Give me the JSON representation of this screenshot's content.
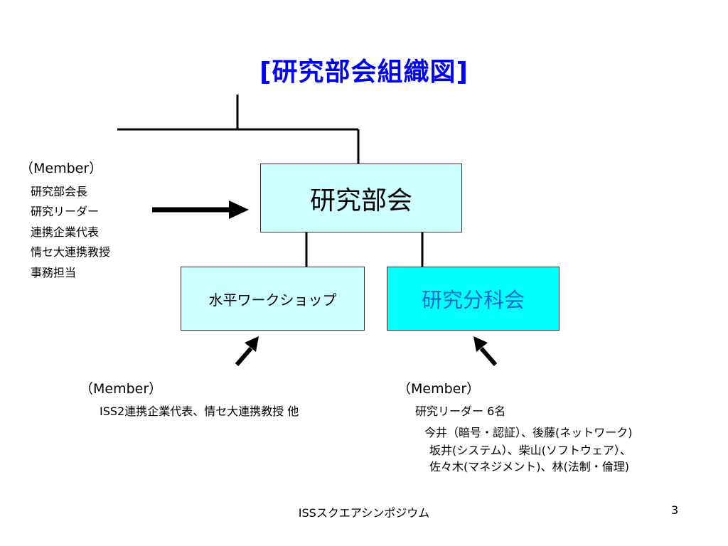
{
  "slide": {
    "title": "[研究部会組織図]",
    "footer_center": "ISSスクエアシンポジウム",
    "page_number": "3"
  },
  "boxes": {
    "main": "研究部会",
    "workshop": "水平ワークショップ",
    "subcommittee": "研究分科会"
  },
  "member_left": {
    "header": "（Member）",
    "items": [
      "研究部会長",
      "研究リーダー",
      "連携企業代表",
      "情セ大連携教授",
      "事務担当"
    ]
  },
  "member_workshop": {
    "header": "（Member）",
    "text": "ISS2連携企業代表、情セ大連携教授 他"
  },
  "member_subcommittee": {
    "header": "（Member）",
    "lead": "研究リーダー 6名",
    "lines": [
      "今井（暗号・認証）、後藤(ネットワーク)",
      "坂井(システム）、柴山(ソフトウェア）、",
      "佐々木(マネジメント)、林(法制・倫理)"
    ]
  },
  "colors": {
    "title": "#0000ff",
    "box_light": "#ccffff",
    "box_cyan": "#00ffff",
    "subcommittee_text": "#0066cc"
  }
}
